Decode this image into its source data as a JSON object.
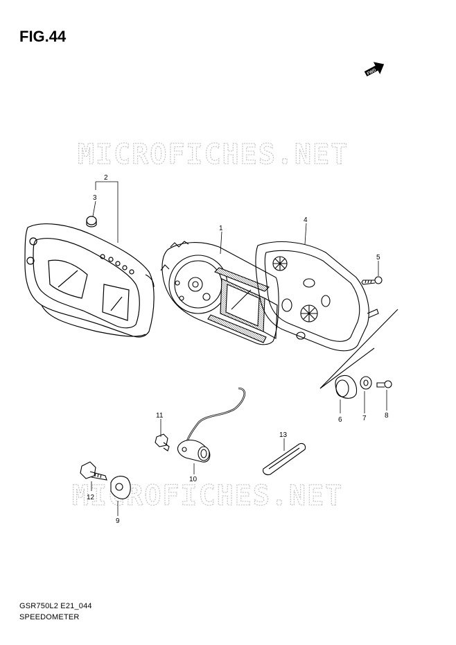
{
  "figure": {
    "title": "FIG.44"
  },
  "direction_badge": "FWD",
  "watermark": "MICROFICHES.NET",
  "footer": {
    "code": "GSR750L2 E21_044",
    "name": "SPEEDOMETER"
  },
  "callouts": [
    "1",
    "2",
    "3",
    "4",
    "5",
    "6",
    "7",
    "8",
    "9",
    "10",
    "11",
    "12",
    "13"
  ],
  "colors": {
    "line": "#000000",
    "watermark": "#c8c8c8",
    "background": "#ffffff"
  }
}
